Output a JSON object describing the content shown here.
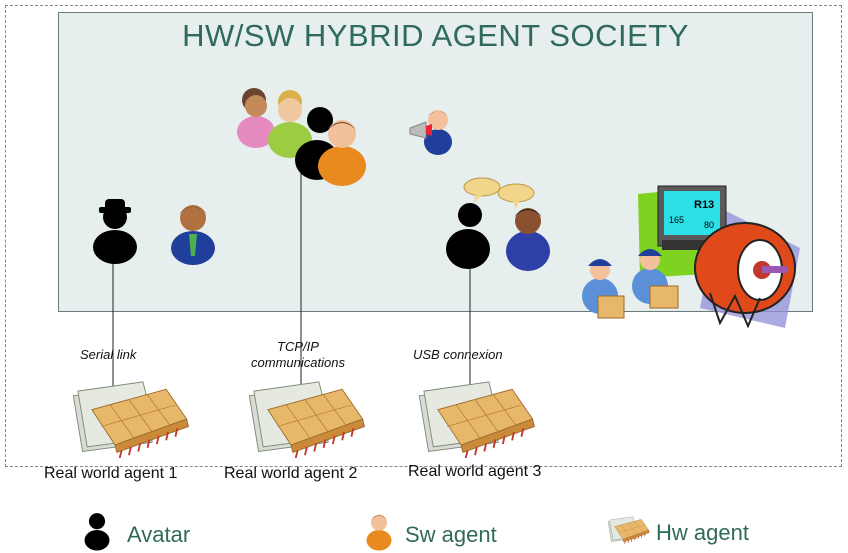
{
  "title": "HW/SW HYBRID AGENT SOCIETY",
  "links": [
    {
      "label_lines": [
        "Serial link"
      ]
    },
    {
      "label_lines": [
        "TCP/IP",
        "communications"
      ]
    },
    {
      "label_lines": [
        "USB connexion"
      ]
    }
  ],
  "real_agents": [
    {
      "label": "Real world agent 1"
    },
    {
      "label": "Real world agent 2"
    },
    {
      "label": "Real world agent 3"
    }
  ],
  "legend": {
    "avatar": "Avatar",
    "sw_agent": "Sw agent",
    "hw_agent": "Hw agent"
  },
  "machine": {
    "line1": "R13",
    "line2a": "165",
    "line2b": "80"
  },
  "colors": {
    "title": "#2f6a5a",
    "society_bg": "#e6eeee",
    "chip": "#e8b86a"
  }
}
